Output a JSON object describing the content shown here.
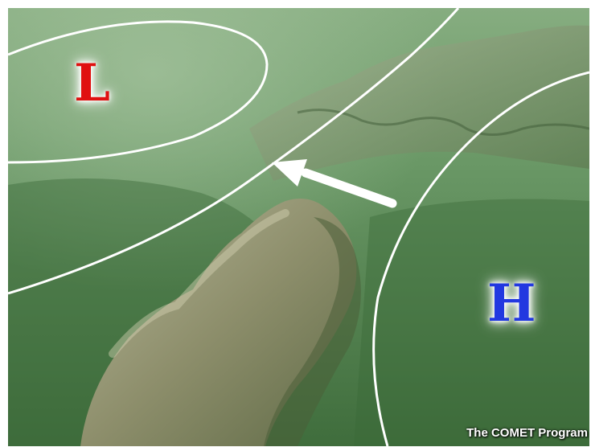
{
  "labels": {
    "low": "L",
    "high": "H"
  },
  "colors": {
    "low": "#e01010",
    "high": "#2238e0",
    "isobar": "#ffffff",
    "arrow": "#ffffff",
    "terrain": "#4f7f4a"
  },
  "credit": "The COMET Program",
  "icons": {
    "wind_arrow": "arrow-left-icon"
  }
}
